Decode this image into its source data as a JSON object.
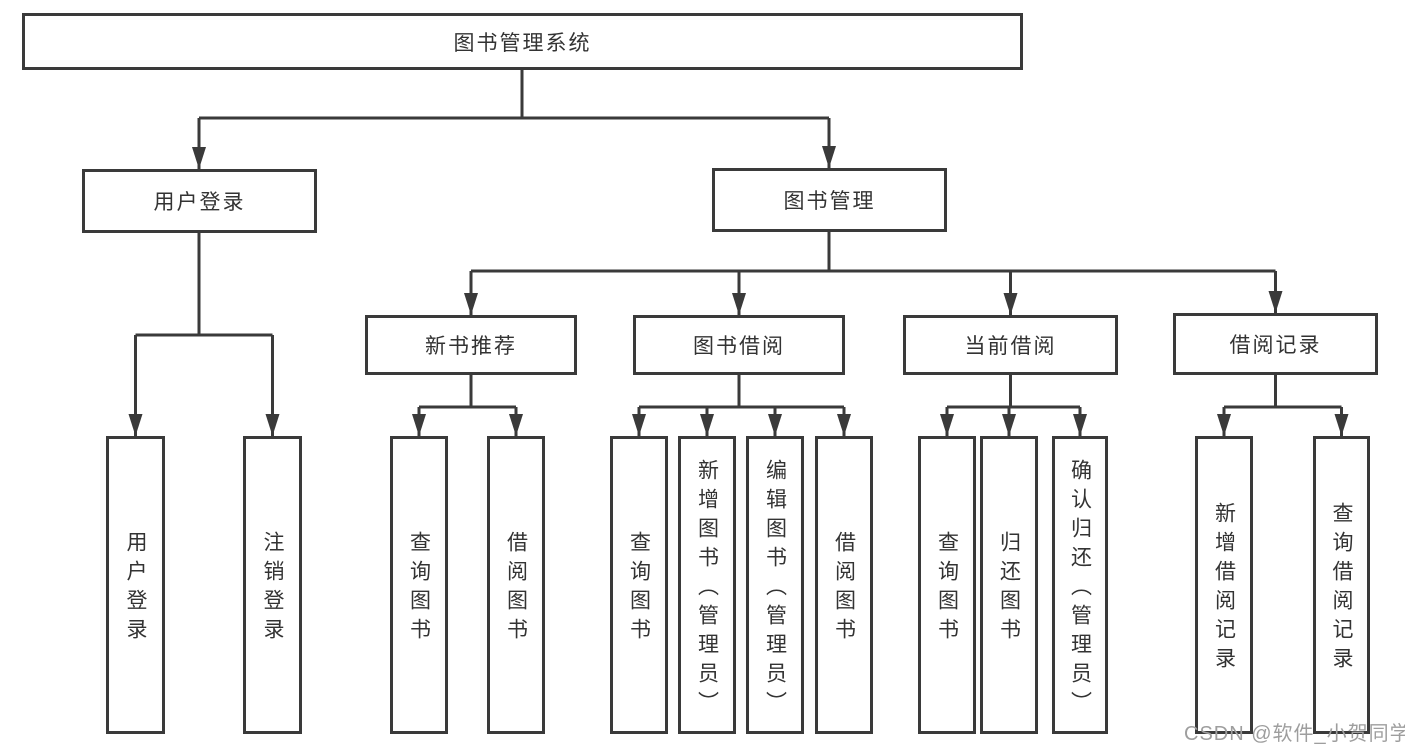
{
  "diagram_title": "图书管理系统",
  "nodes": {
    "root": "图书管理系统",
    "user_login": "用户登录",
    "book_management": "图书管理",
    "new_book_recommend": "新书推荐",
    "book_borrow": "图书借阅",
    "current_borrow": "当前借阅",
    "borrow_records": "借阅记录"
  },
  "leaves": [
    "用户登录",
    "注销登录",
    "查询图书",
    "借阅图书",
    "查询图书",
    "新增图书（管理员）",
    "编辑图书（管理员）",
    "借阅图书",
    "查询图书",
    "归还图书",
    "确认归还（管理员）",
    "新增借阅记录",
    "查询借阅记录"
  ],
  "watermark": "CSDN @软件_小贺同学",
  "colors": {
    "line": "#3a3a3a",
    "text": "#333333",
    "watermark": "#9e9e9e",
    "background": "#ffffff"
  }
}
